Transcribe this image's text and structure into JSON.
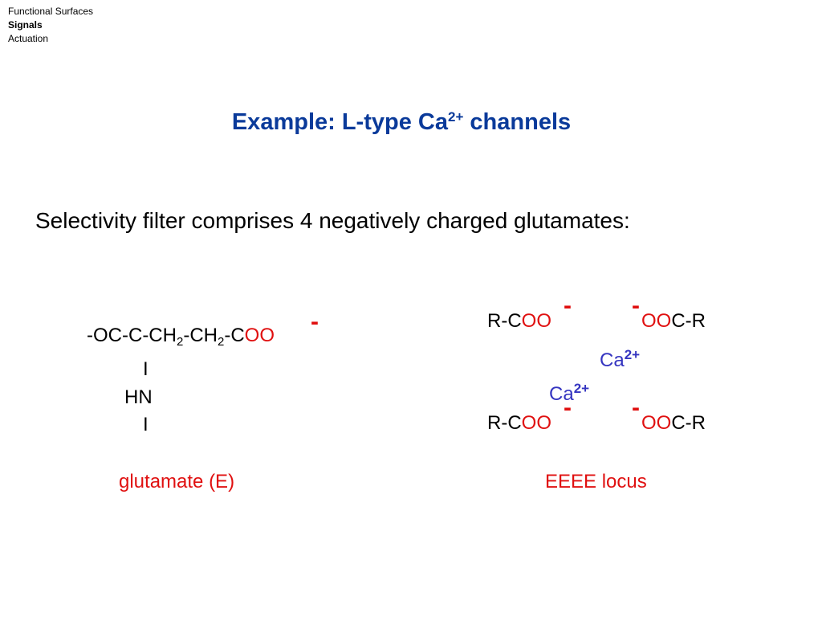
{
  "nav": {
    "items": [
      "Functional Surfaces",
      "Signals",
      "Actuation"
    ]
  },
  "title": {
    "main": "Example: L-type Ca",
    "superscript": "2+",
    "rest": " channels"
  },
  "subtitle": "Selectivity filter comprises 4 negatively charged glutamates:",
  "glutamate": {
    "chain_prefix": "-OC-C-CH",
    "sub1": "2",
    "chain_mid": "-CH",
    "sub2": "2",
    "chain_end": "-C",
    "oxygens": "OO",
    "charge": "-",
    "bond1": "I",
    "amine": "HN",
    "bond2": "I",
    "label": "glutamate (E)"
  },
  "locus": {
    "top_left_prefix": "R-C",
    "top_left_oxygens": "OO",
    "top_left_charge": "-",
    "top_right_charge": "-",
    "top_right_oxygens": "OO",
    "top_right_suffix": "C-R",
    "ion1": "Ca",
    "ion1_charge": "2+",
    "ion2": "Ca",
    "ion2_charge": "2+",
    "bottom_left_prefix": "R-C",
    "bottom_left_oxygens": "OO",
    "bottom_left_charge": "-",
    "bottom_right_charge": "-",
    "bottom_right_oxygens": "OO",
    "bottom_right_suffix": "C-R",
    "label": "EEEE locus"
  },
  "colors": {
    "title": "#0a3a9a",
    "oxygen_charge": "#e01010",
    "calcium": "#3535c0"
  }
}
